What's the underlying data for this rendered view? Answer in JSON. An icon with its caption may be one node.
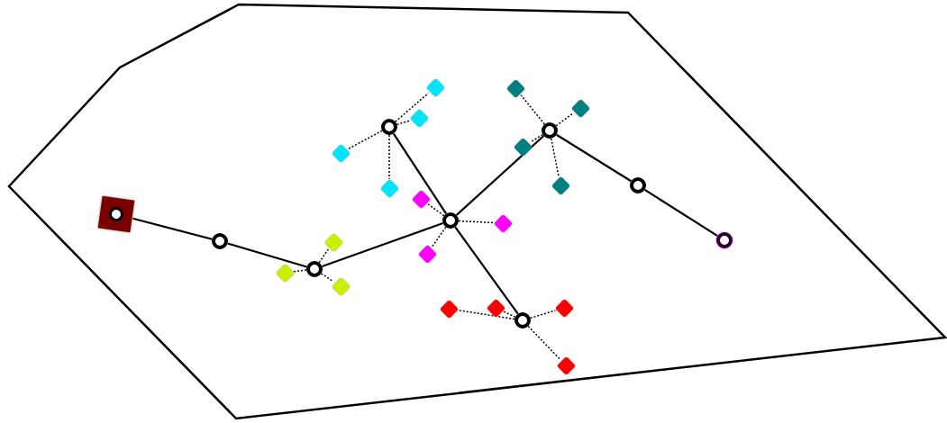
{
  "diagram": {
    "nodes": [
      {
        "text": [],
        "shape": "box"
      },
      {
        "text": [],
        "shape": "circle"
      },
      {
        "text": [],
        "shape": "circle"
      },
      {
        "text": [],
        "shape": "diamond"
      },
      {
        "text": [],
        "shape": "diamond"
      },
      {
        "text": [],
        "shape": "diamond"
      },
      {
        "text": [],
        "shape": "circle"
      },
      {
        "text": [],
        "shape": "diamond"
      },
      {
        "text": [],
        "shape": "diamond"
      },
      {
        "text": [],
        "shape": "diamond"
      },
      {
        "text": [],
        "shape": "diamond"
      },
      {
        "text": [],
        "shape": "circle"
      },
      {
        "text": [],
        "shape": "diamond"
      },
      {
        "text": [],
        "shape": "diamond"
      },
      {
        "text": [],
        "shape": "diamond"
      },
      {
        "text": [],
        "shape": "circle"
      },
      {
        "text": [],
        "shape": "diamond"
      },
      {
        "text": [],
        "shape": "diamond"
      },
      {
        "text": [],
        "shape": "diamond"
      },
      {
        "text": [],
        "shape": "diamond"
      },
      {
        "text": [],
        "shape": "circle"
      },
      {
        "text": [],
        "shape": "diamond"
      },
      {
        "text": [],
        "shape": "diamond"
      },
      {
        "text": [],
        "shape": "diamond"
      },
      {
        "text": [],
        "shape": "diamond"
      },
      {
        "text": [],
        "shape": "circle"
      },
      {
        "text": [],
        "shape": "circle"
      }
    ],
    "edges": [
      {
        "from": 0,
        "to": 1,
        "arrow": "none"
      },
      {
        "from": 1,
        "to": 2,
        "arrow": "none"
      },
      {
        "from": 2,
        "to": 11,
        "arrow": "none"
      },
      {
        "from": 11,
        "to": 6,
        "arrow": "none"
      },
      {
        "from": 11,
        "to": 15,
        "arrow": "none"
      },
      {
        "from": 11,
        "to": 20,
        "arrow": "none"
      },
      {
        "from": 15,
        "to": 25,
        "arrow": "none"
      },
      {
        "from": 25,
        "to": 26,
        "arrow": "none"
      },
      {
        "from": 2,
        "to": 3,
        "arrow": "none",
        "style": "dashed"
      },
      {
        "from": 2,
        "to": 4,
        "arrow": "none",
        "style": "dashed"
      },
      {
        "from": 2,
        "to": 5,
        "arrow": "none",
        "style": "dashed"
      },
      {
        "from": 6,
        "to": 7,
        "arrow": "none",
        "style": "dashed"
      },
      {
        "from": 6,
        "to": 8,
        "arrow": "none",
        "style": "dashed"
      },
      {
        "from": 6,
        "to": 9,
        "arrow": "none",
        "style": "dashed"
      },
      {
        "from": 6,
        "to": 10,
        "arrow": "none",
        "style": "dashed"
      },
      {
        "from": 11,
        "to": 12,
        "arrow": "none",
        "style": "dashed"
      },
      {
        "from": 11,
        "to": 13,
        "arrow": "none",
        "style": "dashed"
      },
      {
        "from": 11,
        "to": 14,
        "arrow": "none",
        "style": "dashed"
      },
      {
        "from": 15,
        "to": 16,
        "arrow": "none",
        "style": "dashed"
      },
      {
        "from": 15,
        "to": 17,
        "arrow": "none",
        "style": "dashed"
      },
      {
        "from": 15,
        "to": 18,
        "arrow": "none",
        "style": "dashed"
      },
      {
        "from": 15,
        "to": 19,
        "arrow": "none",
        "style": "dashed"
      },
      {
        "from": 20,
        "to": 21,
        "arrow": "none",
        "style": "dashed"
      },
      {
        "from": 20,
        "to": 22,
        "arrow": "none",
        "style": "dashed"
      },
      {
        "from": 20,
        "to": 23,
        "arrow": "none",
        "style": "dashed"
      },
      {
        "from": 20,
        "to": 24,
        "arrow": "none",
        "style": "dashed"
      }
    ]
  }
}
